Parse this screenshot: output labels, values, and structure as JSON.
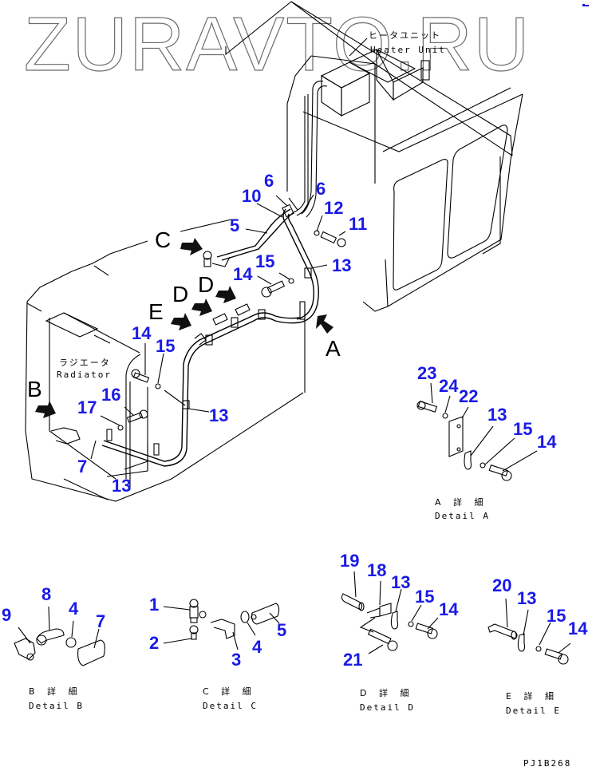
{
  "watermark": "ZURAVTO.RU",
  "drawing_id": "PJ1B268",
  "labels": {
    "heater_jp": "ヒータユニット",
    "heater_en": "Heater Unit",
    "radiator_jp": "ラジエータ",
    "radiator_en": "Radiator"
  },
  "detail_letters": {
    "A": "A",
    "B": "B",
    "C": "C",
    "D1": "D",
    "D2": "D",
    "E": "E"
  },
  "main_callouts": [
    "6",
    "6",
    "10",
    "12",
    "11",
    "5",
    "15",
    "13",
    "14",
    "14",
    "15",
    "16",
    "17",
    "13",
    "7",
    "13"
  ],
  "details": [
    {
      "id": "A",
      "caption_jp": "A 詳 細",
      "caption_en": "Detail A",
      "parts": [
        "23",
        "24",
        "22",
        "13",
        "15",
        "14"
      ]
    },
    {
      "id": "B",
      "caption_jp": "B 詳 細",
      "caption_en": "Detail B",
      "parts": [
        "9",
        "8",
        "4",
        "7"
      ]
    },
    {
      "id": "C",
      "caption_jp": "C 詳 細",
      "caption_en": "Detail C",
      "parts": [
        "1",
        "2",
        "3",
        "4",
        "5"
      ]
    },
    {
      "id": "D",
      "caption_jp": "D 詳 細",
      "caption_en": "Detail D",
      "parts": [
        "19",
        "18",
        "13",
        "15",
        "14",
        "21"
      ]
    },
    {
      "id": "E",
      "caption_jp": "E 詳 細",
      "caption_en": "Detail E",
      "parts": [
        "20",
        "13",
        "15",
        "14"
      ]
    }
  ],
  "colors": {
    "callout": "#1a1ae6",
    "line": "#000000",
    "watermark": "#6d6d6d"
  }
}
